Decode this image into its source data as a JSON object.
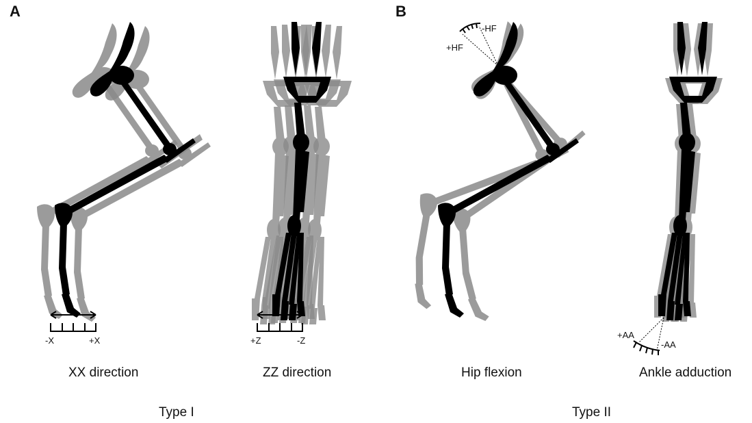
{
  "panels": [
    {
      "letter": "A",
      "type_label": "Type I"
    },
    {
      "letter": "B",
      "type_label": "Type II"
    }
  ],
  "figures": [
    {
      "caption": "XX direction",
      "scale_left": "-X",
      "scale_right": "+X"
    },
    {
      "caption": "ZZ direction",
      "scale_left": "+Z",
      "scale_right": "-Z"
    },
    {
      "caption": "Hip flexion",
      "angle_plus": "+HF",
      "angle_minus": "-HF"
    },
    {
      "caption": "Ankle adduction",
      "angle_plus": "+AA",
      "angle_minus": "-AA"
    }
  ],
  "colors": {
    "bone": "#000000",
    "ghost": "#8a8a8a"
  }
}
